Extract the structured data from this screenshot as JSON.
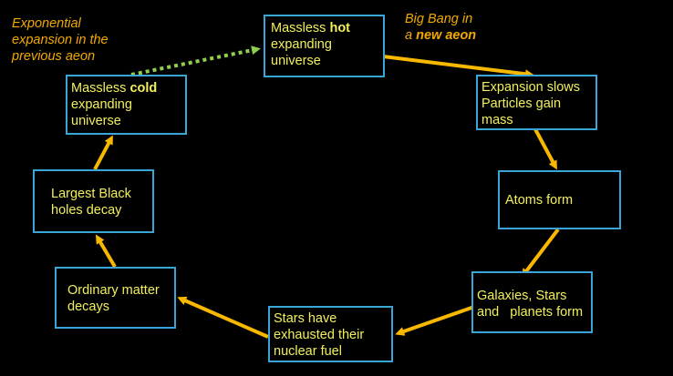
{
  "colors": {
    "background": "#000000",
    "box_border": "#3aa6d8",
    "box_text": "#f2f05a",
    "arrow": "#f8b800",
    "dotted_arrow": "#8fd14f",
    "annotation": "#f2a900"
  },
  "notes": {
    "previous_aeon": [
      "Exponential",
      "expansion in the",
      "previous aeon"
    ],
    "big_bang": {
      "line1": "Big Bang in",
      "line2_prefix": "a ",
      "line2_bold": "new aeon"
    }
  },
  "stages": {
    "massless_hot": {
      "prefix": "Massless ",
      "bold": "hot",
      "line2": "expanding",
      "line3": "universe"
    },
    "expansion_slows": [
      "Expansion slows",
      "Particles gain",
      "mass"
    ],
    "atoms_form": [
      "Atoms form"
    ],
    "galaxies_stars": [
      "Galaxies, Stars",
      "and   planets form"
    ],
    "stars_exhausted": [
      "Stars have",
      "exhausted their",
      "nuclear fuel"
    ],
    "ordinary_matter": [
      "Ordinary matter",
      "decays"
    ],
    "black_holes": [
      "Largest Black",
      "holes decay"
    ],
    "massless_cold": {
      "prefix": "Massless ",
      "bold": "cold",
      "line2": "expanding",
      "line3": "universe"
    }
  }
}
